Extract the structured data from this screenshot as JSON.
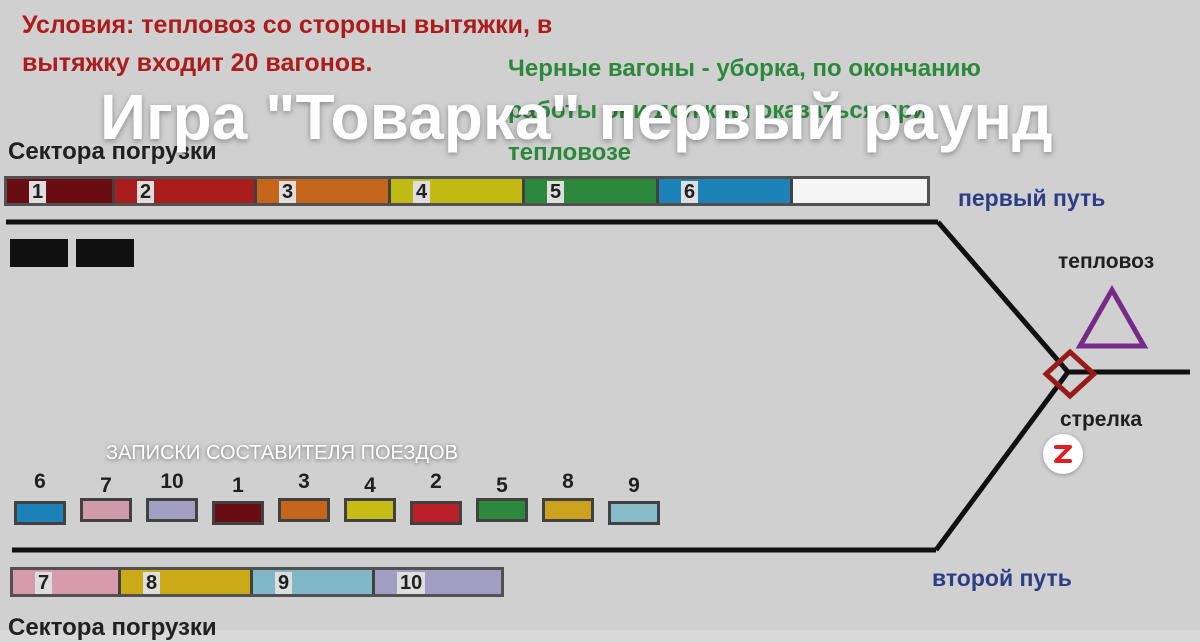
{
  "title": "Игра \"Товарка\" первый раунд",
  "watermark": "ЗАПИСКИ СОСТАВИТЕЛЯ ПОЕЗДОВ",
  "conditions": {
    "line1": "Условия: тепловоз со стороны вытяжки, в",
    "line2": "вытяжку входит 20 вагонов."
  },
  "note": {
    "line1": "Черные вагоны - уборка, по окончанию",
    "line2": "работы они должны оказаться при",
    "line3": "тепловозе"
  },
  "labels": {
    "sectors_top": "Сектора погрузки",
    "sectors_bottom": "Сектора погрузки",
    "track1": "первый путь",
    "track2": "второй путь",
    "locomotive": "тепловоз",
    "switch": "стрелка"
  },
  "colors": {
    "background": "#d9d9d9",
    "rail": "#111111",
    "title": "#ffffff",
    "conditions": "#b21f1f",
    "note": "#2e8f3e",
    "track_label": "#2e3f8c",
    "locomotive": "#7b2d8e",
    "switch": "#a01c1c"
  },
  "icons": {
    "locomotive": "triangle-icon",
    "switch": "diamond-icon",
    "logo": "z-logo-icon"
  },
  "top_sectors": [
    {
      "num": "1",
      "color": "#6e0e14"
    },
    {
      "num": "2",
      "color": "#b0201f"
    },
    {
      "num": "3",
      "color": "#cc6a1e"
    },
    {
      "num": "4",
      "color": "#c8c214"
    },
    {
      "num": "5",
      "color": "#2e8f3e"
    },
    {
      "num": "6",
      "color": "#1f88c0"
    },
    {
      "num": "",
      "color": "#ffffff"
    }
  ],
  "bottom_sectors": [
    {
      "num": "7",
      "color": "#e0a2b4"
    },
    {
      "num": "8",
      "color": "#d4b018"
    },
    {
      "num": "9",
      "color": "#86bfcf"
    },
    {
      "num": "10",
      "color": "#a9a5c9"
    }
  ],
  "black_cars": [
    {
      "color": "#111111"
    },
    {
      "color": "#111111"
    }
  ],
  "track2_cars": [
    {
      "label": "6",
      "color": "#1f88c0"
    },
    {
      "label": "7",
      "color": "#d8a2b2"
    },
    {
      "label": "10",
      "color": "#a9a5c9"
    },
    {
      "label": "1",
      "color": "#6e0e14"
    },
    {
      "label": "3",
      "color": "#cc6a1e"
    },
    {
      "label": "4",
      "color": "#d0c416"
    },
    {
      "label": "2",
      "color": "#c0212a"
    },
    {
      "label": "5",
      "color": "#2e8f3e"
    },
    {
      "label": "8",
      "color": "#d4a822"
    },
    {
      "label": "9",
      "color": "#8cc3d0"
    }
  ]
}
